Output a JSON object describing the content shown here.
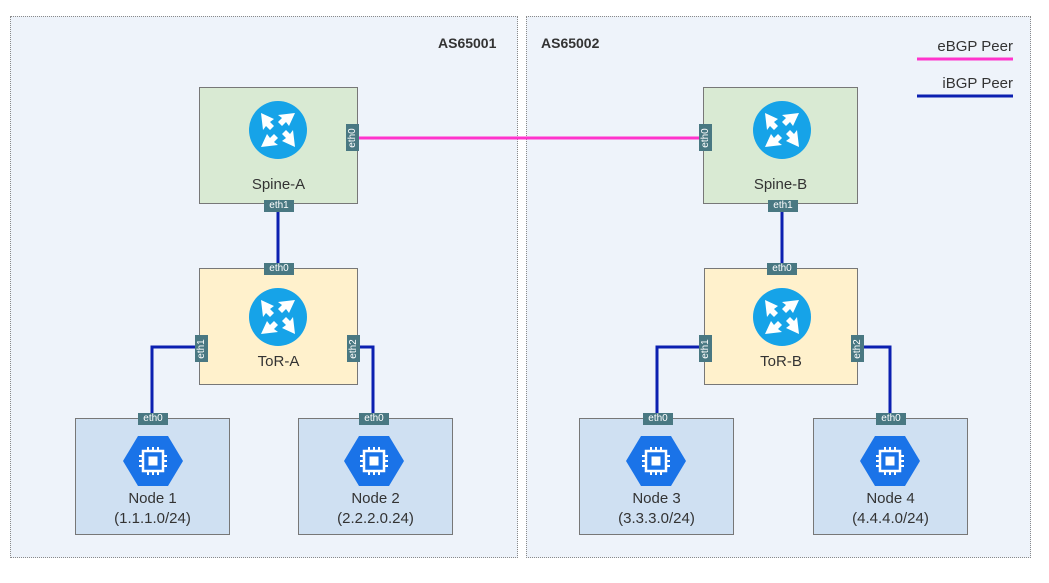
{
  "as_regions": [
    {
      "label": "AS65001"
    },
    {
      "label": "AS65002"
    }
  ],
  "legend": {
    "ebgp": {
      "label": "eBGP Peer",
      "color": "#ff33cc"
    },
    "ibgp": {
      "label": "iBGP Peer",
      "color": "#0b1fb0"
    }
  },
  "devices": {
    "spine_a": {
      "label": "Spine-A",
      "ports": {
        "eth0": "eth0",
        "eth1": "eth1"
      }
    },
    "spine_b": {
      "label": "Spine-B",
      "ports": {
        "eth0": "eth0",
        "eth1": "eth1"
      }
    },
    "tor_a": {
      "label": "ToR-A",
      "ports": {
        "eth0": "eth0",
        "eth1": "eth1",
        "eth2": "eth2"
      }
    },
    "tor_b": {
      "label": "ToR-B",
      "ports": {
        "eth0": "eth0",
        "eth1": "eth1",
        "eth2": "eth2"
      }
    },
    "node1": {
      "label": "Node 1",
      "subnet": "(1.1.1.0/24)",
      "port": "eth0"
    },
    "node2": {
      "label": "Node 2",
      "subnet": "(2.2.2.0.24)",
      "port": "eth0"
    },
    "node3": {
      "label": "Node 3",
      "subnet": "(3.3.3.0/24)",
      "port": "eth0"
    },
    "node4": {
      "label": "Node 4",
      "subnet": "(4.4.4.0/24)",
      "port": "eth0"
    }
  },
  "icons": {
    "router": "router-icon",
    "node": "chip-icon"
  }
}
